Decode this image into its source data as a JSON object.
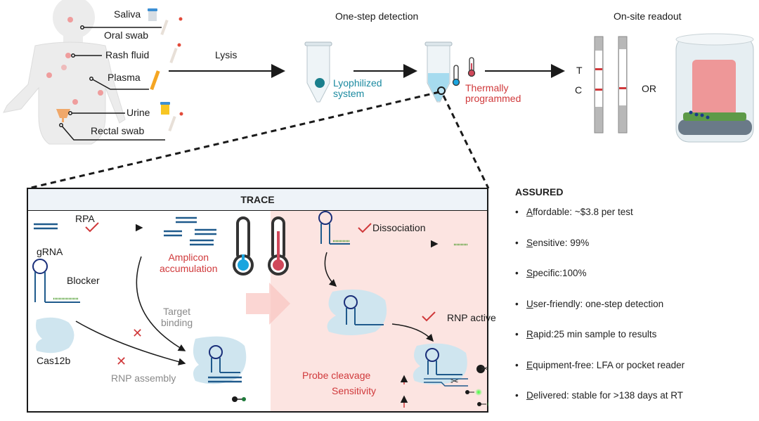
{
  "samples": {
    "items": [
      {
        "label": "Saliva",
        "container": "cup-blue-lid"
      },
      {
        "label": "Oral swab",
        "container": "swab"
      },
      {
        "label": "Rash fluid",
        "container": "swab"
      },
      {
        "label": "Plasma",
        "container": "blood-tube"
      },
      {
        "label": "Urine",
        "container": "cup-yellow"
      },
      {
        "label": "Rectal swab",
        "container": "swab"
      }
    ]
  },
  "workflow": {
    "lysis_label": "Lysis",
    "one_step_title": "One-step detection",
    "lyophilized_label_1": "Lyophilized",
    "lyophilized_label_2": "system",
    "thermal_label_1": "Thermally",
    "thermal_label_2": "programmed",
    "readout_title": "On-site readout",
    "strip_t_label": "T",
    "strip_c_label": "C",
    "or_label": "OR"
  },
  "trace": {
    "title": "TRACE",
    "rpa_label": "RPA",
    "grna_label": "gRNA",
    "blocker_label": "Blocker",
    "cas_label": "Cas12b",
    "amplicon_1": "Amplicon",
    "amplicon_2": "accumulation",
    "target_binding_1": "Target",
    "target_binding_2": "binding",
    "rnp_assembly": "RNP assembly",
    "dissociation": "Dissociation",
    "rnp_active": "RNP active",
    "probe_cleavage": "Probe cleavage",
    "sensitivity": "Sensitivity"
  },
  "assured": {
    "title": "ASSURED",
    "items": [
      {
        "initial": "A",
        "rest": "ffordable: ~$3.8 per test"
      },
      {
        "initial": "S",
        "rest": "ensitive: 99%"
      },
      {
        "initial": "S",
        "rest": "pecific:100%"
      },
      {
        "initial": "U",
        "rest": "ser-friendly: one-step detection"
      },
      {
        "initial": "R",
        "rest": "apid:25 min sample to results"
      },
      {
        "initial": "E",
        "rest": "quipment-free: LFA or pocket reader"
      },
      {
        "initial": "D",
        "rest": "elivered: stable for >138 days at RT"
      }
    ]
  },
  "colors": {
    "teal": "#1b8aa0",
    "red": "#d0393b",
    "dna_blue": "#1f5a8c",
    "blocker_green": "#4a9a2a",
    "protein": "#cfe5ef",
    "pink_bg": "#fce4e1"
  }
}
